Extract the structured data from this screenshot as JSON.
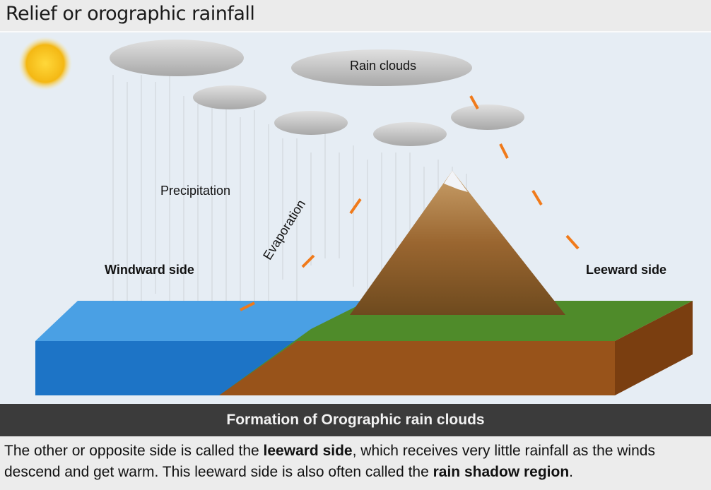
{
  "title": "Relief or orographic rainfall",
  "diagram": {
    "labels": {
      "rain_clouds": "Rain clouds",
      "precipitation": "Precipitation",
      "evaporation": "Evaporation",
      "windward": "Windward side",
      "leeward": "Leeward side"
    },
    "colors": {
      "sky": "#e6edf4",
      "water": "#2f86d6",
      "soil": "#9a5a1c",
      "grass": "#5a8a2a",
      "sun": "#f6c21c",
      "arrow": "#f07a1a"
    }
  },
  "caption": "Formation of Orographic rain clouds",
  "description": {
    "p1": "The other or opposite side is called the ",
    "b1": "leeward side",
    "p2": ", which receives very little rainfall as the winds descend and get warm. This leeward side is also often called the ",
    "b2": "rain shadow region",
    "p3": "."
  }
}
